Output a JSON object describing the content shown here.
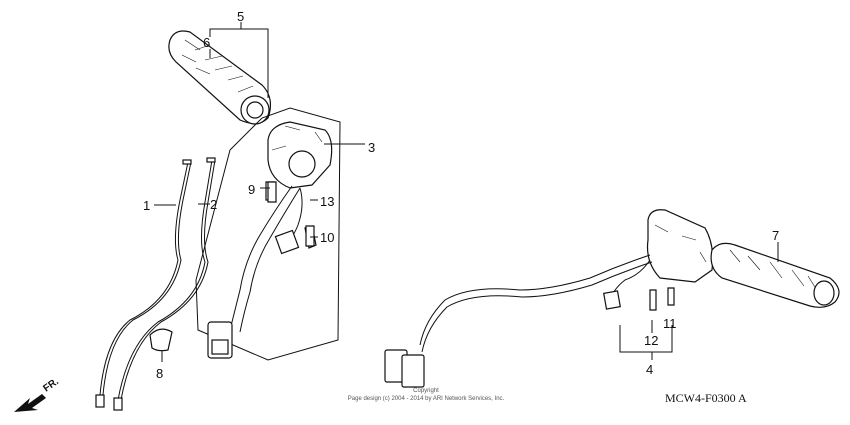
{
  "callouts": {
    "c1": "1",
    "c2": "2",
    "c3": "3",
    "c4": "4",
    "c5": "5",
    "c6": "6",
    "c7": "7",
    "c8": "8",
    "c9": "9",
    "c10": "10",
    "c11": "11",
    "c12": "12",
    "c13": "13"
  },
  "copyright": {
    "line1": "Copyright",
    "line2": "Page design (c) 2004 - 2014 by ARI Network Services, Inc."
  },
  "diagram_code": "MCW4-F0300 A",
  "front_indicator": "FR."
}
